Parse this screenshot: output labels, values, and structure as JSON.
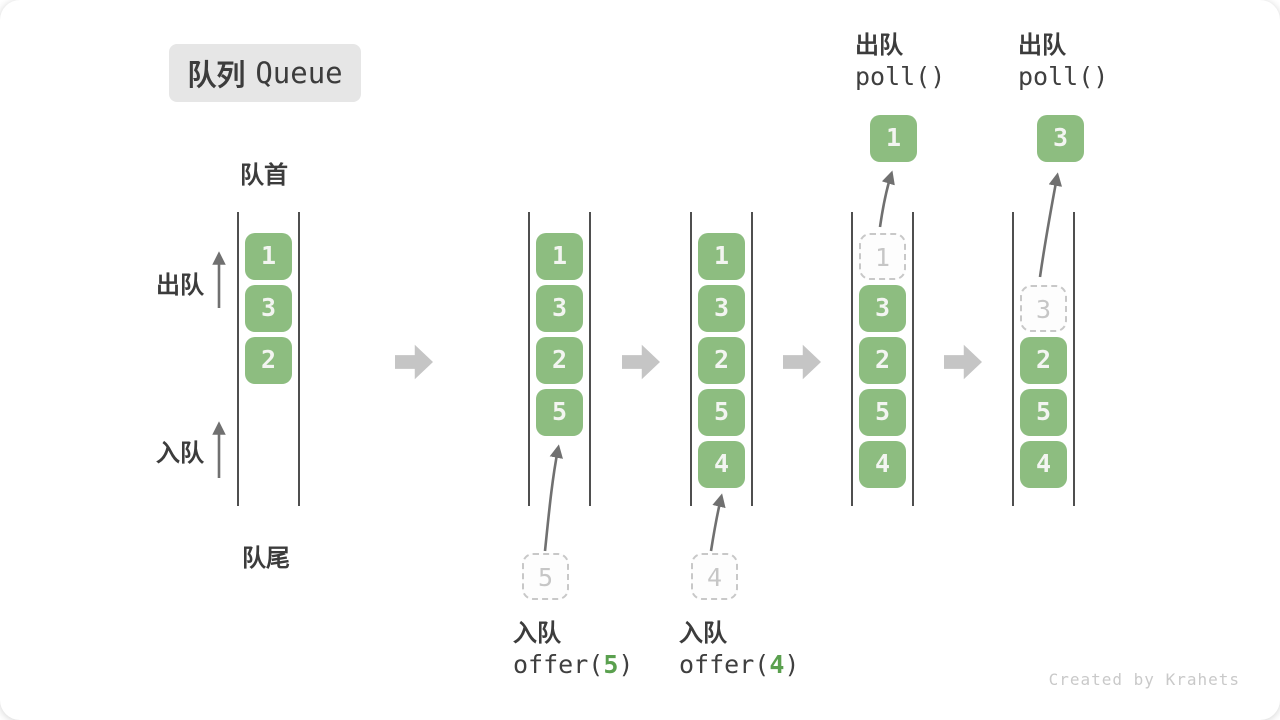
{
  "title": {
    "zh": "队列",
    "en": "Queue"
  },
  "side_labels": {
    "front": "队首",
    "rear": "队尾",
    "dequeue": "出队",
    "enqueue": "入队"
  },
  "queue_states": [
    {
      "cells": [
        {
          "row": 0,
          "value": "1"
        },
        {
          "row": 1,
          "value": "3"
        },
        {
          "row": 2,
          "value": "2"
        }
      ]
    },
    {
      "cells": [
        {
          "row": 0,
          "value": "1"
        },
        {
          "row": 1,
          "value": "3"
        },
        {
          "row": 2,
          "value": "2"
        },
        {
          "row": 3,
          "value": "5"
        }
      ],
      "incoming": {
        "value": "5"
      }
    },
    {
      "cells": [
        {
          "row": 0,
          "value": "1"
        },
        {
          "row": 1,
          "value": "3"
        },
        {
          "row": 2,
          "value": "2"
        },
        {
          "row": 3,
          "value": "5"
        },
        {
          "row": 4,
          "value": "4"
        }
      ],
      "incoming": {
        "value": "4"
      }
    },
    {
      "cells": [
        {
          "row": 0,
          "value": "1",
          "ghost": true
        },
        {
          "row": 1,
          "value": "3"
        },
        {
          "row": 2,
          "value": "2"
        },
        {
          "row": 3,
          "value": "5"
        },
        {
          "row": 4,
          "value": "4"
        }
      ],
      "outgoing": {
        "value": "1"
      }
    },
    {
      "cells": [
        {
          "row": 1,
          "value": "3",
          "ghost": true
        },
        {
          "row": 2,
          "value": "2"
        },
        {
          "row": 3,
          "value": "5"
        },
        {
          "row": 4,
          "value": "4"
        }
      ],
      "outgoing": {
        "value": "3"
      }
    }
  ],
  "operations": {
    "offers": [
      {
        "action": "入队",
        "code_pre": "offer(",
        "code_arg": "5",
        "code_post": ")"
      },
      {
        "action": "入队",
        "code_pre": "offer(",
        "code_arg": "4",
        "code_post": ")"
      }
    ],
    "polls": [
      {
        "action": "出队",
        "code": "poll()"
      },
      {
        "action": "出队",
        "code": "poll()"
      }
    ]
  },
  "watermark": "Created by Krahets",
  "colors": {
    "element_green": "#8dbd80",
    "element_text": "#f3f5f1",
    "ghost_gray": "#c6c6c6",
    "thin_arrow_gray": "#707070",
    "block_arrow_gray": "#c5c5c5",
    "badge_bg": "#e6e6e6",
    "text_dark": "#3c3c3c",
    "code_arg_green": "#5aa04e",
    "watermark_gray": "#c9c9c9"
  }
}
